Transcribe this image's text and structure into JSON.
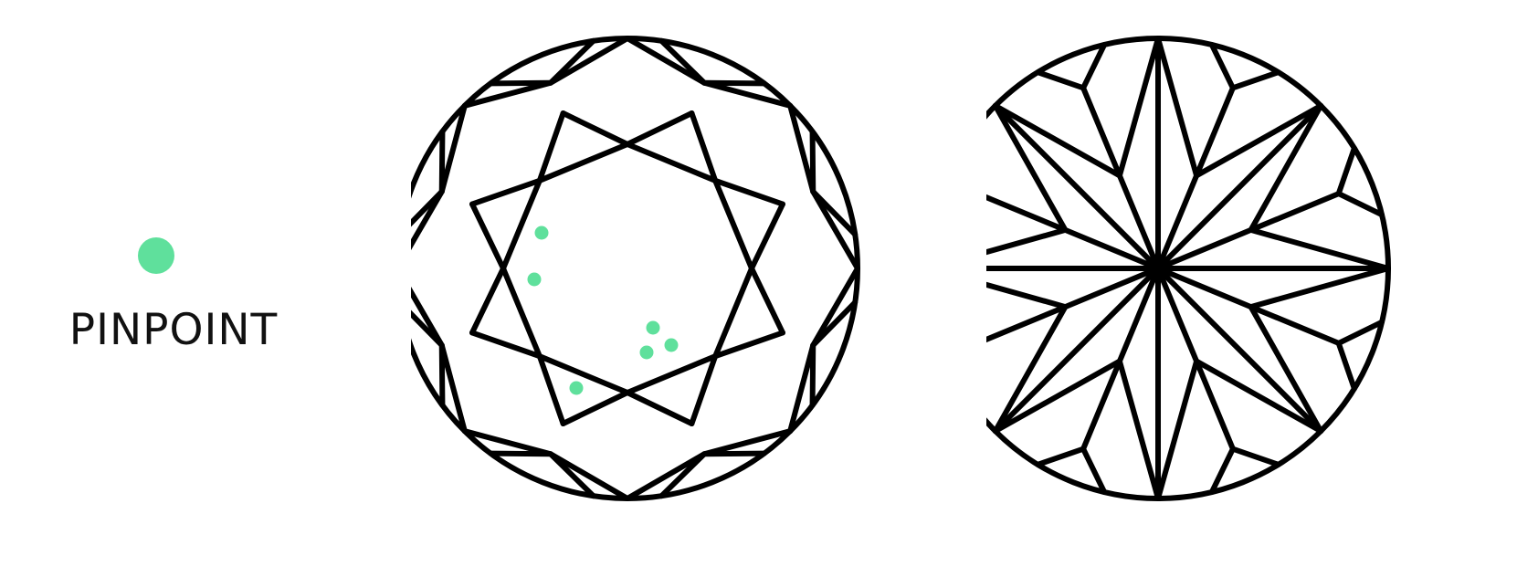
{
  "legend": {
    "label": "PINPOINT",
    "dot_color": "#5fe09c"
  },
  "colors": {
    "inclusion": "#5fe09c",
    "outline": "#000000",
    "background": "#ffffff"
  },
  "diagrams": [
    {
      "id": "face-up",
      "kind": "round brilliant crown view",
      "inclusions": 6
    },
    {
      "id": "pavilion",
      "kind": "round brilliant pavilion view"
    }
  ]
}
